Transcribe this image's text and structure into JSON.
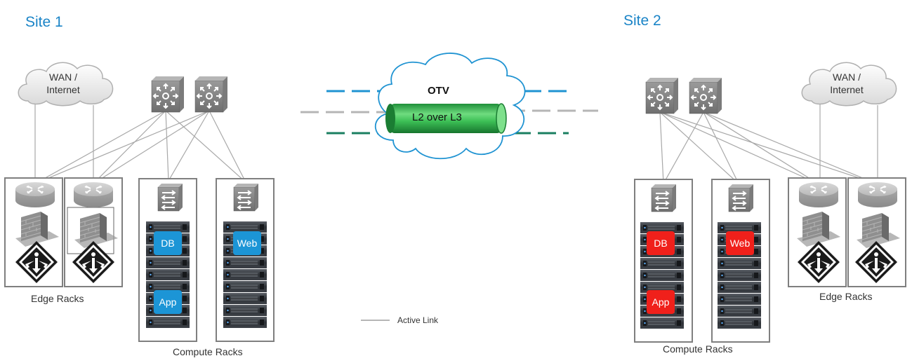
{
  "site1": {
    "title": "Site 1",
    "cloud_label": "WAN /\nInternet",
    "edge_caption": "Edge Racks",
    "compute_caption": "Compute Racks",
    "vms": [
      "DB",
      "App",
      "Web"
    ]
  },
  "site2": {
    "title": "Site 2",
    "cloud_label": "WAN /\nInternet",
    "edge_caption": "Edge Racks",
    "compute_caption": "Compute Racks",
    "vms": [
      "DB",
      "App",
      "Web"
    ]
  },
  "otv": {
    "title": "OTV",
    "tunnel_label": "L2 over L3"
  },
  "legend": {
    "active_link": "Active Link"
  },
  "colors": {
    "site_title": "#1a84c7",
    "vm_site1": "#1c95d6",
    "vm_site2": "#f0201b",
    "tunnel": "#2db34a",
    "dash_blue": "#1f93d2",
    "dash_gray": "#b5b5b5",
    "dash_green": "#1a7f60"
  },
  "icons": [
    "cloud-icon",
    "router-icon",
    "firewall-icon",
    "load-balancer-icon",
    "core-switch-icon",
    "tor-switch-icon",
    "server-icon"
  ]
}
